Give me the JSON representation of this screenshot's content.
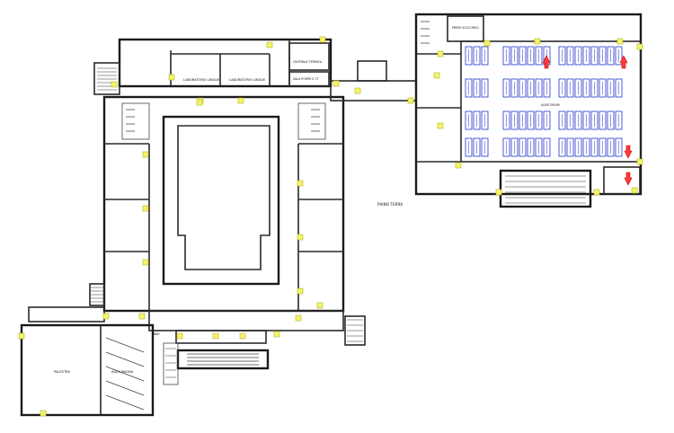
{
  "plan": {
    "floor_label": "PIANO TERRA",
    "rooms": {
      "laboratorio_1": "LABORATORIO LINGUE",
      "laboratorio_2": "LABORATORIO LINGUE",
      "centrale_termica": "CENTRALE TERMICA",
      "sala_pompe": "SALA POMPE E CT",
      "primo_soccorso": "PRIMO SOCCORSO",
      "palestra": "PALESTRA",
      "aula_magna": "AULA MAGNA",
      "auditorium": "AUDITORIUM",
      "bar": "BAR"
    }
  }
}
